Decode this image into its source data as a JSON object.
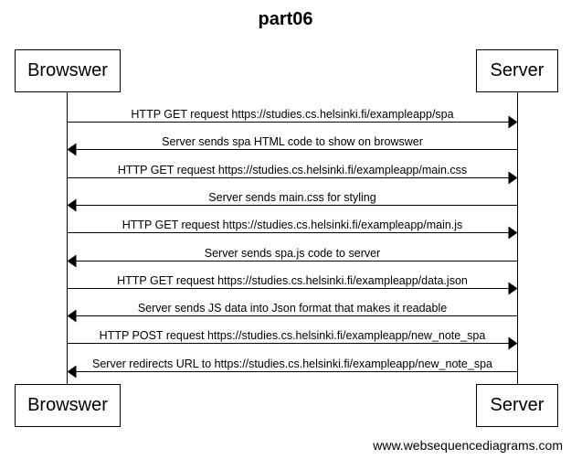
{
  "title": "part06",
  "actors": {
    "browser": "Browswer",
    "server": "Server"
  },
  "messages": [
    {
      "from": "browser",
      "to": "server",
      "text": "HTTP GET request https://studies.cs.helsinki.fi/exampleapp/spa"
    },
    {
      "from": "server",
      "to": "browser",
      "text": "Server sends spa HTML code to show on browswer"
    },
    {
      "from": "browser",
      "to": "server",
      "text": "HTTP GET request https://studies.cs.helsinki.fi/exampleapp/main.css"
    },
    {
      "from": "server",
      "to": "browser",
      "text": "Server sends main.css for styling"
    },
    {
      "from": "browser",
      "to": "server",
      "text": "HTTP GET request https://studies.cs.helsinki.fi/exampleapp/main.js"
    },
    {
      "from": "server",
      "to": "browser",
      "text": "Server sends spa.js code to server"
    },
    {
      "from": "browser",
      "to": "server",
      "text": "HTTP GET request https://studies.cs.helsinki.fi/exampleapp/data.json"
    },
    {
      "from": "server",
      "to": "browser",
      "text": "Server sends JS data into Json format that makes it readable"
    },
    {
      "from": "browser",
      "to": "server",
      "text": "HTTP POST request https://studies.cs.helsinki.fi/exampleapp/new_note_spa"
    },
    {
      "from": "server",
      "to": "browser",
      "text": "Server redirects URL to https://studies.cs.helsinki.fi/exampleapp/new_note_spa"
    }
  ],
  "footer": "www.websequencediagrams.com"
}
